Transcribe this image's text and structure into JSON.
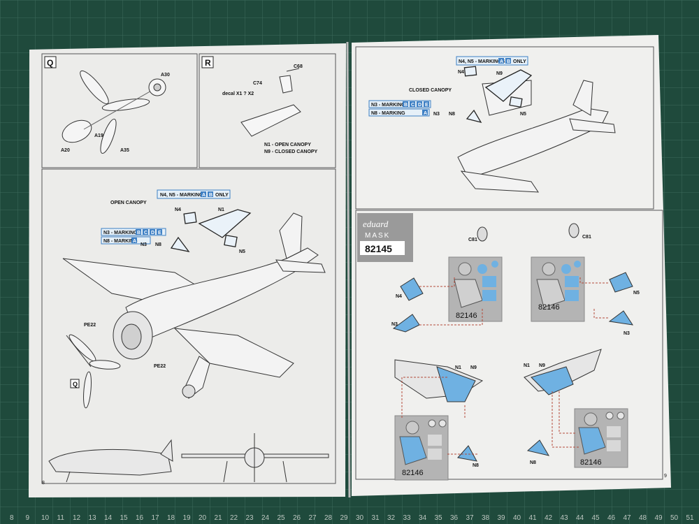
{
  "left_page": {
    "page_number": "8",
    "step_q": {
      "badge": "Q",
      "part_labels": [
        "A30",
        "A19",
        "A20",
        "A35"
      ]
    },
    "step_r": {
      "badge": "R",
      "part_labels": [
        "C68",
        "C74"
      ],
      "decal_note": "decal X1 ? X2",
      "canopy_option_1": "N1 - OPEN CANOPY",
      "canopy_option_2": "N9 - CLOSED CANOPY"
    },
    "main": {
      "callout_markings_ab": "N4, N5 - MARKINGS",
      "only_word": "ONLY",
      "open_canopy": "OPEN CANOPY",
      "mask_n4": "N4",
      "mask_n1": "N1",
      "mask_n5": "N5",
      "markings_bcde": "N3 - MARKINGS",
      "marking_a": "N8 - MARKING",
      "n3n8": "N3",
      "n8": "N8",
      "pe22_top": "PE22",
      "pe22_bottom": "PE22",
      "badge_q": "Q"
    }
  },
  "right_page": {
    "page_number": "9",
    "callout_markings_ab": "N4, N5 - MARKINGS",
    "only_word": "ONLY",
    "closed_canopy": "CLOSED CANOPY",
    "mask_n4": "N4",
    "mask_n9": "N9",
    "mask_n5": "N5",
    "markings_bcde": "N3 - MARKINGS",
    "marking_a": "N8 - MARKING",
    "n3": "N3",
    "n8": "N8",
    "mask_logo": {
      "brand": "eduard",
      "word": "MASK",
      "code": "82145"
    },
    "masks_section": {
      "c81_left": "C81",
      "c81_right": "C81",
      "n4": "N4",
      "n5": "N5",
      "n3_left": "N3",
      "n3_right": "N3",
      "n1_n9_left": "N1",
      "n9_left": "N9",
      "n1_n9_right": "N1",
      "n9_right": "N9",
      "n8_left": "N8",
      "n8_right": "N8",
      "sheet_code": "82146"
    }
  },
  "marking_letters": [
    "A",
    "B",
    "C",
    "D",
    "E"
  ],
  "ruler_numbers": [
    "8",
    "9",
    "10",
    "11",
    "12",
    "13",
    "14",
    "15",
    "16",
    "17",
    "18",
    "19",
    "20",
    "21",
    "22",
    "23",
    "24",
    "25",
    "26",
    "27",
    "28",
    "29",
    "30",
    "31",
    "32",
    "33",
    "34",
    "35",
    "36",
    "37",
    "38",
    "39",
    "40",
    "41",
    "42",
    "43",
    "44",
    "45",
    "46",
    "47",
    "48",
    "49",
    "50",
    "51"
  ],
  "colors": {
    "mat": "#1f4a3c",
    "paper": "#eeeeee",
    "mask_blue": "#6fb1e2",
    "callout_blue": "#3d7fc4",
    "gray": "#b4b4b4"
  }
}
